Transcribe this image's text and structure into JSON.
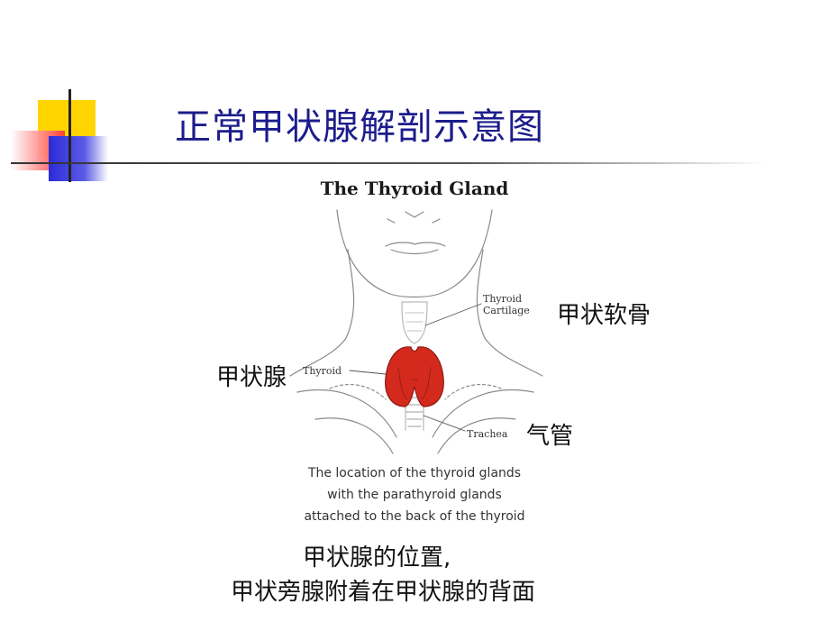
{
  "slide": {
    "title": "正常甲状腺解剖示意图",
    "figure": {
      "heading": "The Thyroid Gland",
      "labels": {
        "cartilage": "Thyroid Cartilage",
        "thyroid": "Thyroid",
        "trachea": "Trachea"
      },
      "caption": [
        "The location of the thyroid glands",
        "with the parathyroid glands",
        "attached to the back of the thyroid"
      ]
    },
    "annotations": {
      "cartilage": "甲状软骨",
      "thyroid": "甲状腺",
      "trachea": "气管"
    },
    "caption": {
      "line1": "甲状腺的位置,",
      "line2": "甲状旁腺附着在甲状腺的背面"
    }
  },
  "colors": {
    "title": "#1c1c8c",
    "gland": "#d42a1e",
    "deco_yellow": "#ffd400",
    "deco_red": "#ff3a3a",
    "deco_blue": "#2b2bd8"
  }
}
